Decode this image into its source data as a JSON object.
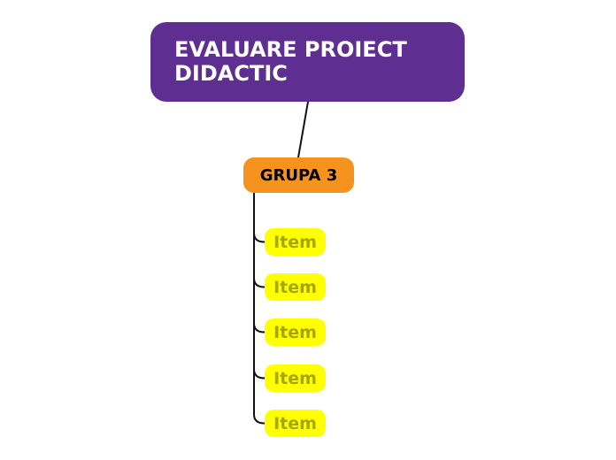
{
  "mindmap": {
    "root": {
      "label": "EVALUARE PROIECT DIDACTIC",
      "bg_color": "#5E2F90",
      "text_color": "#FFFFFF"
    },
    "group": {
      "label": "GRUPA 3",
      "bg_color": "#F6921E",
      "text_color": "#000000"
    },
    "items": [
      {
        "label": "Item"
      },
      {
        "label": "Item"
      },
      {
        "label": "Item"
      },
      {
        "label": "Item"
      },
      {
        "label": "Item"
      }
    ],
    "item_style": {
      "bg_color": "#FFFF00",
      "text_color": "#A6A600"
    },
    "connector_color": "#111111",
    "canvas_bg_color": "#FFFFFF"
  }
}
